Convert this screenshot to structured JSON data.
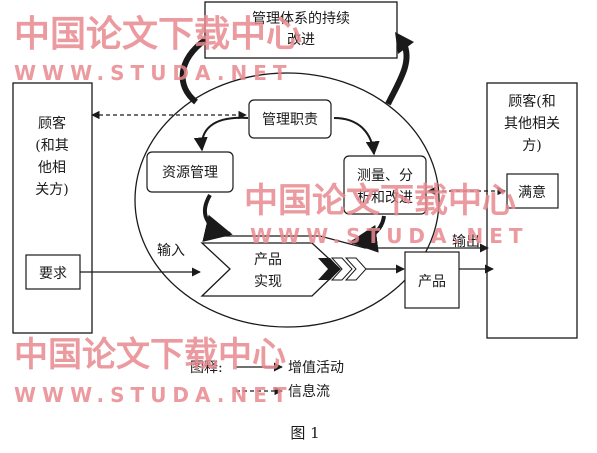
{
  "diagram": {
    "improvement": [
      "管理体系的持续",
      "改进"
    ],
    "customer_left": [
      "顾客",
      "(和其",
      "他相",
      "关方)"
    ],
    "customer_right": [
      "顾客(和",
      "其他相关",
      "方)"
    ],
    "requirements": "要求",
    "satisfaction": "满意",
    "management_responsibility": "管理职责",
    "resource_management": "资源管理",
    "measurement": [
      "测量、分",
      "析和改进"
    ],
    "product_realization": [
      "产品",
      "实现"
    ],
    "product": "产品",
    "input": "输入",
    "output": "输出",
    "legend": {
      "title": "图释:",
      "value_activity": "增值活动",
      "information_flow": "信息流"
    },
    "caption": "图 1"
  },
  "watermark": {
    "cn": "中国论文下载中心",
    "en": "WWW.STUDA.NET",
    "color": "#e88a8f"
  }
}
